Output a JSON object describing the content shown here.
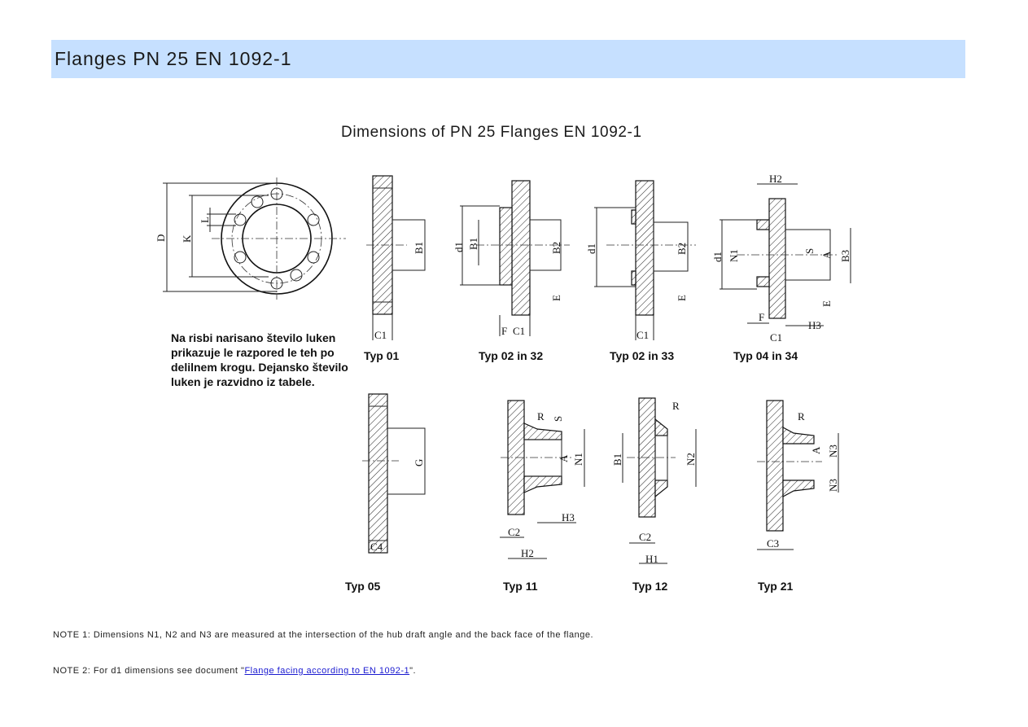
{
  "header": {
    "title": "Flanges PN 25 EN 1092-1"
  },
  "diagram": {
    "title": "Dimensions of PN 25 Flanges EN 1092-1",
    "info_text": "Na risbi narisano število luken prikazuje le razpored le teh po delilnem krogu. Dejansko število luken je razvidno iz tabele.",
    "types": {
      "t01": "Typ 01",
      "t02_32": "Typ 02 in 32",
      "t02_33": "Typ 02 in 33",
      "t04_34": "Typ 04 in 34",
      "t05": "Typ 05",
      "t11": "Typ 11",
      "t12": "Typ 12",
      "t21": "Typ 21"
    },
    "dims": {
      "D": "D",
      "K": "K",
      "L": "L",
      "B1": "B1",
      "B2": "B2",
      "B3": "B3",
      "d1": "d1",
      "N1": "N1",
      "N2": "N2",
      "N3": "N3",
      "C1": "C1",
      "C2": "C2",
      "C3": "C3",
      "C4": "C4",
      "E": "E",
      "F": "F",
      "G": "G",
      "H1": "H1",
      "H2": "H2",
      "H3": "H3",
      "S": "S",
      "A": "A",
      "R": "R"
    }
  },
  "notes": {
    "note1": "NOTE 1: Dimensions N1, N2 and N3 are measured at the intersection of the hub draft angle and the back face of the flange.",
    "note2_prefix": "NOTE 2: For d1 dimensions see document \"",
    "note2_link": "Flange facing according to EN 1092-1",
    "note2_suffix": "\"."
  }
}
